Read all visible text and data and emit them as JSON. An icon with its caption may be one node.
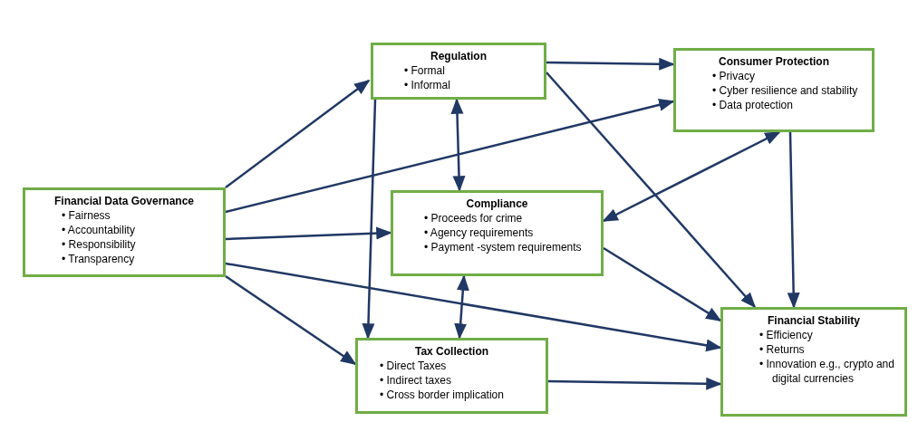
{
  "diagram": {
    "nodes": [
      {
        "text": [
          "Financial Data Governance",
          "• Fairness",
          "• Accountability",
          "• Responsibility",
          "• Transparency"
        ]
      },
      {
        "text": [
          "Regulation",
          "• Formal",
          "• Informal"
        ]
      },
      {
        "text": [
          "Consumer Protection",
          "• Privacy",
          "• Cyber resilience and stability",
          "• Data protection"
        ]
      },
      {
        "text": [
          "Compliance",
          "• Proceeds for crime",
          "• Agency requirements",
          "• Payment -system requirements"
        ]
      },
      {
        "text": [
          "Tax Collection",
          "• Direct Taxes",
          "• Indirect taxes",
          "• Cross border implication"
        ]
      },
      {
        "text": [
          "Financial Stability",
          "• Efficiency",
          "• Returns",
          "• Innovation e.g., crypto and digital currencies"
        ]
      }
    ],
    "edges": [
      {
        "from": 0,
        "to": 1,
        "arrow": "to"
      },
      {
        "from": 0,
        "to": 2,
        "arrow": "to"
      },
      {
        "from": 0,
        "to": 3,
        "arrow": "to"
      },
      {
        "from": 0,
        "to": 5,
        "arrow": "to"
      },
      {
        "from": 0,
        "to": 4,
        "arrow": "to"
      },
      {
        "from": 1,
        "to": 2,
        "arrow": "to"
      },
      {
        "from": 1,
        "to": 5,
        "arrow": "to"
      },
      {
        "from": 1,
        "to": 4,
        "arrow": "to"
      },
      {
        "from": 1,
        "to": 3,
        "arrow": "both"
      },
      {
        "from": 2,
        "to": 3,
        "arrow": "both"
      },
      {
        "from": 2,
        "to": 5,
        "arrow": "to"
      },
      {
        "from": 3,
        "to": 5,
        "arrow": "to"
      },
      {
        "from": 3,
        "to": 4,
        "arrow": "both"
      },
      {
        "from": 4,
        "to": 5,
        "arrow": "to"
      }
    ]
  }
}
